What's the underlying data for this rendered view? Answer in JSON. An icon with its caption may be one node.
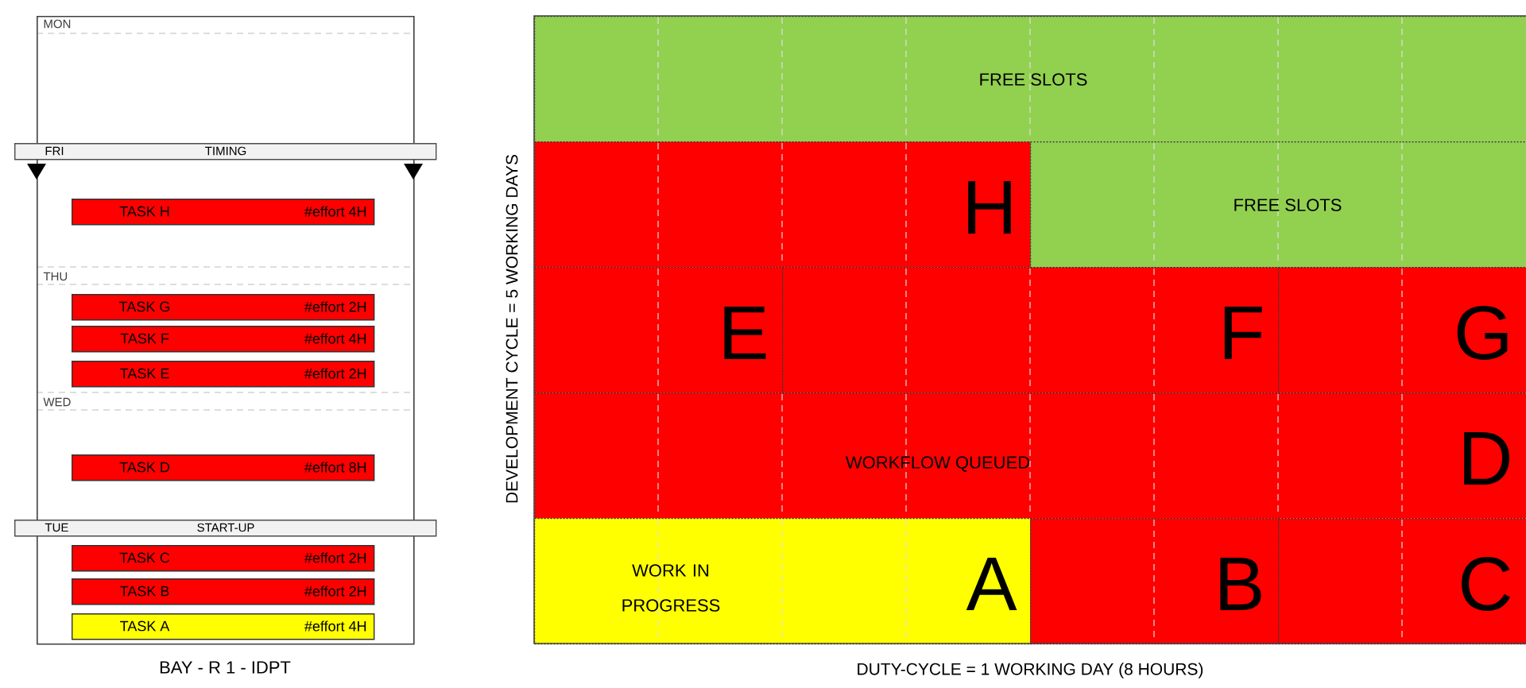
{
  "diagram": {
    "nodes": [
      {
        "text": [
          "BAY - R 1 - IDPT"
        ]
      },
      {
        "text": [
          "FRI",
          "TIMING"
        ]
      },
      {
        "text": [
          "TASK H",
          "#effort 4H"
        ],
        "in": 0
      },
      {
        "text": [
          "TASK G",
          "#effort 2H"
        ],
        "in": 0
      },
      {
        "text": [
          "TASK F",
          "#effort 4H"
        ],
        "in": 0
      },
      {
        "text": [
          "TASK E",
          "#effort 2H"
        ],
        "in": 0
      },
      {
        "text": [
          "TASK D",
          "#effort 8H"
        ],
        "in": 0
      },
      {
        "text": [
          "TUE",
          "START-UP"
        ]
      },
      {
        "text": [
          "TASK C",
          "#effort 2H"
        ],
        "in": 0
      },
      {
        "text": [
          "TASK B",
          "#effort 2H"
        ],
        "in": 0
      },
      {
        "text": [
          "TASK A",
          "#effort 4H"
        ],
        "in": 0
      },
      {
        "text": [
          "FREE SLOTS"
        ]
      },
      {
        "text": [
          "H"
        ]
      },
      {
        "text": [
          "FREE SLOTS"
        ]
      },
      {
        "text": [
          "E"
        ]
      },
      {
        "text": [
          "F"
        ]
      },
      {
        "text": [
          "G"
        ]
      },
      {
        "text": [
          "WORKFLOW QUEUED",
          "D"
        ]
      },
      {
        "text": [
          "WORK IN PROGRESS",
          "A"
        ]
      },
      {
        "text": [
          "B"
        ]
      },
      {
        "text": [
          "C"
        ]
      }
    ],
    "labels": [
      "MON",
      "THU",
      "WED",
      "DEVELOPMENT CYCLE = 5 WORKING DAYS",
      "DUTY-CYCLE = 1 WORKING DAY (8 HOURS)"
    ]
  }
}
